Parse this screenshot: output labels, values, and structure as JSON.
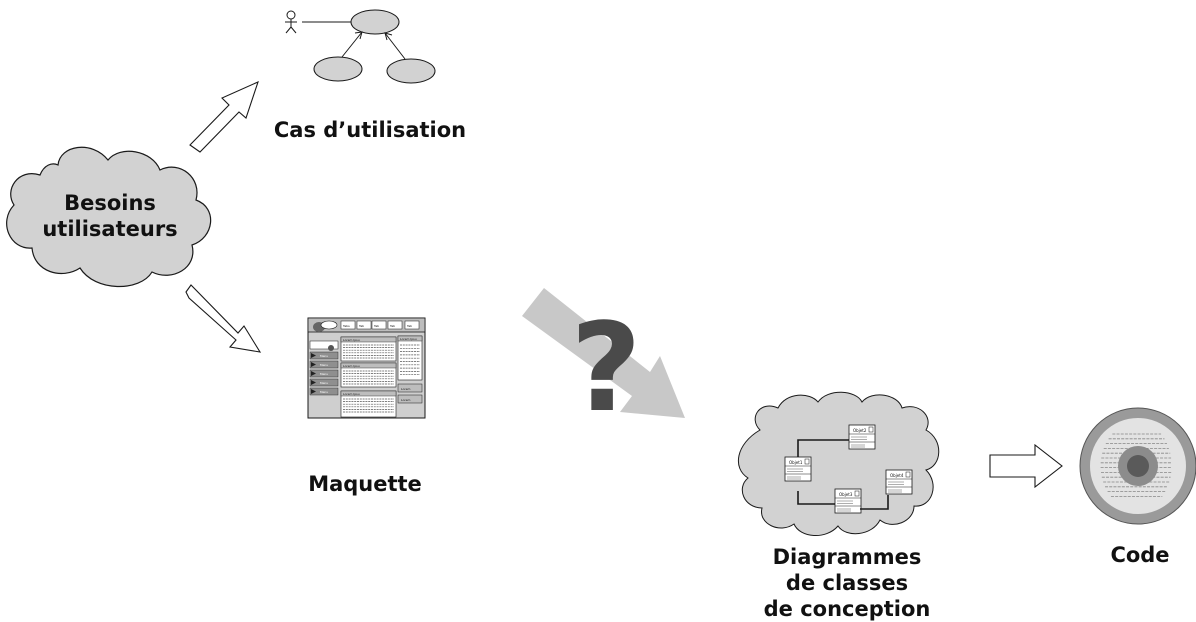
{
  "labels": {
    "needs": [
      "Besoins",
      "utilisateurs"
    ],
    "use_cases": "Cas d’utilisation",
    "mockup": "Maquette",
    "design_class_diagrams": [
      "Diagrammes",
      "de classes",
      "de conception"
    ],
    "code": "Code",
    "question_mark": "?"
  },
  "mockup": {
    "tabs": [
      "Tabs",
      "Tab",
      "Tab",
      "Tab",
      "Tab"
    ],
    "menu_items": [
      "Menu",
      "Menu",
      "Menu",
      "Menu",
      "Menu"
    ],
    "panel_titles": [
      "Lorem Ipsu",
      "Lorem Ipsu",
      "Lorem Ipsu"
    ],
    "side_title": "Lorem Ipsu",
    "side_buttons": [
      "Lorem",
      "Lorem"
    ]
  },
  "classes": {
    "names": [
      "Objet1",
      "Objet2",
      "Objet3",
      "Objet4"
    ]
  },
  "colors": {
    "gray_fill": "#d2d2d2",
    "stroke": "#1a1a1a",
    "arrow_gray": "#c8c8c8",
    "question_gray": "#4a4a4a"
  }
}
